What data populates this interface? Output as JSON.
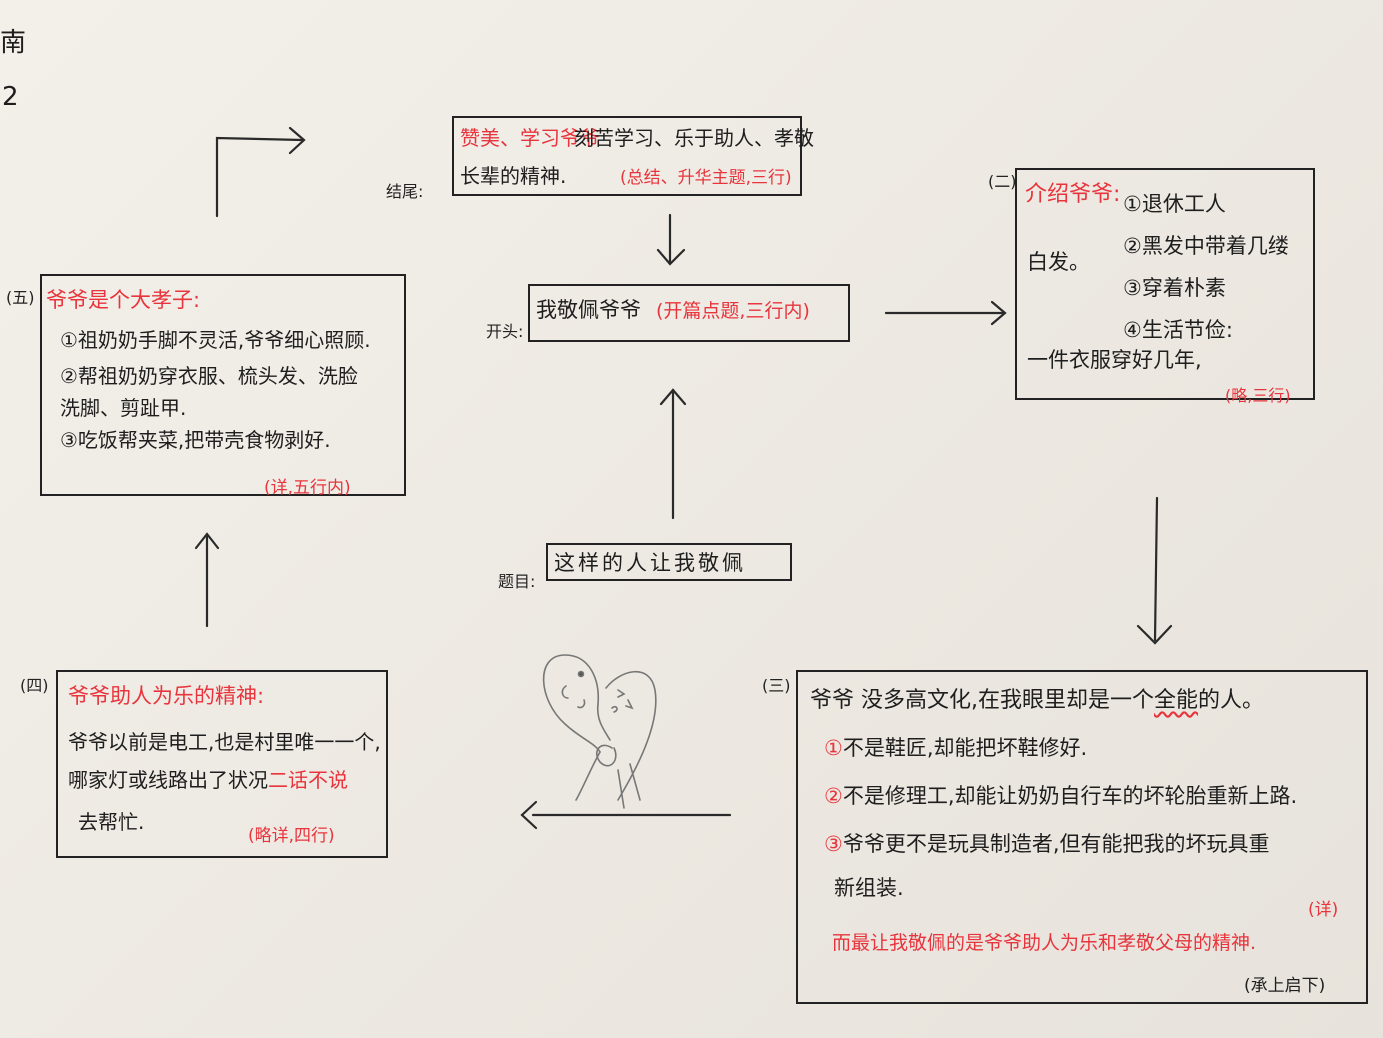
{
  "corner_notes": [
    "南",
    "2"
  ],
  "title_box": {
    "label": "题目:",
    "text": "这样的人让我敬佩"
  },
  "opening_box": {
    "label": "开头:",
    "text": "我敬佩爷爷",
    "note": "(开篇点题,三行内)"
  },
  "ending_box": {
    "label": "结尾:",
    "lead_red": "赞美、学习爷爷",
    "line1": "刻苦学习、乐于助人、孝敬",
    "line2": "长辈的精神.",
    "note": "(总结、升华主题,三行)"
  },
  "section2": {
    "number": "(二)",
    "heading": "介绍爷爷:",
    "items": [
      "①退休工人",
      "②黑发中带着几缕",
      "白发。",
      "③穿着朴素",
      "④生活节俭:",
      "一件衣服穿好几年,"
    ],
    "note": "(略,三行)"
  },
  "section3": {
    "number": "(三)",
    "intro_before": "爷爷 没多高文化,在我眼里却是一个",
    "intro_emph": "全能",
    "intro_after": "的人。",
    "items": [
      {
        "mark": "①",
        "text": "不是鞋匠,却能把坏鞋修好."
      },
      {
        "mark": "②",
        "text": "不是修理工,却能让奶奶自行车的坏轮胎重新上路."
      },
      {
        "mark": "③",
        "text": "爷爷更不是玩具制造者,但有能把我的坏玩具重"
      },
      {
        "mark": "",
        "text": "新组装."
      }
    ],
    "note_detail": "(详)",
    "summary_red": "而最让我敬佩的是爷爷助人为乐和孝敬父母的精神.",
    "note_transition": "(承上启下)"
  },
  "section4": {
    "number": "(四)",
    "heading": "爷爷助人为乐的精神:",
    "line1": "爷爷以前是电工,也是村里唯一一个,",
    "line2_black": "哪家灯或线路出了状况",
    "line2_red": "二话不说",
    "line3": "去帮忙.",
    "note": "(略详,四行)"
  },
  "section5": {
    "number": "(五)",
    "heading": "爷爷是个大孝子:",
    "items": [
      "①祖奶奶手脚不灵活,爷爷细心照顾.",
      "②帮祖奶奶穿衣服、梳头发、洗脸",
      "洗脚、剪趾甲.",
      "③吃饭帮夹菜,把带壳食物剥好."
    ],
    "note": "(详,五行内)"
  },
  "doodle": {
    "icon": "two-hugging-heads-doodle"
  }
}
